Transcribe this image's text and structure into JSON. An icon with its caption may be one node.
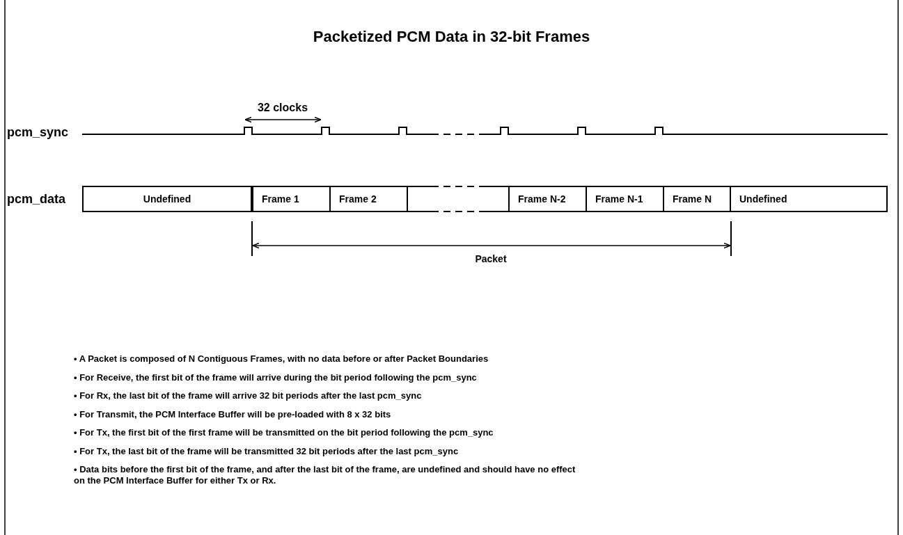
{
  "diagram": {
    "title": "Packetized PCM Data in 32-bit Frames",
    "nodes": [
      {
        "text": [
          "Undefined"
        ]
      },
      {
        "text": [
          "Frame 1"
        ]
      },
      {
        "text": [
          "Frame 2"
        ]
      },
      {
        "text": [],
        "shape": "box"
      },
      {
        "text": [
          "Frame N-2"
        ]
      },
      {
        "text": [
          "Frame N-1"
        ]
      },
      {
        "text": [
          "Frame N"
        ]
      },
      {
        "text": [
          "Undefined"
        ]
      }
    ],
    "labels": [
      "32 clocks",
      "pcm_sync",
      "pcm_data",
      "Packet",
      "• A Packet is composed of N Contiguous Frames, with no data before or after Packet Boundaries",
      "• For Receive, the first bit of the frame will arrive during the bit period following the pcm_sync",
      "• For Rx, the last bit of the frame will arrive 32 bit periods after the last pcm_sync",
      "• For Transmit, the PCM Interface Buffer will be pre-loaded with 8 x 32 bits",
      "• For Tx, the first bit of the first frame will be transmitted on the bit period following the pcm_sync",
      "• For Tx, the last bit of the frame will be transmitted 32 bit periods after the last pcm_sync",
      "• Data bits before the first bit of the frame, and after the last bit of the frame, are undefined and should have no effect on the PCM Interface Buffer for either Tx or Rx."
    ]
  }
}
